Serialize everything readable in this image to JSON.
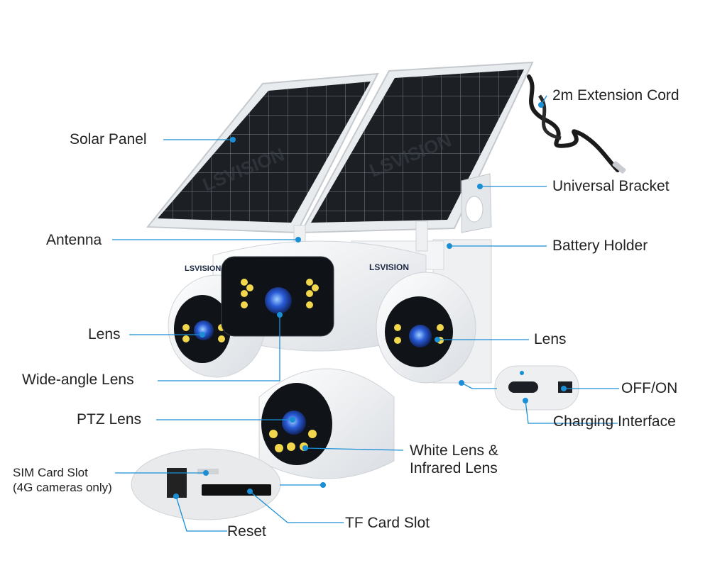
{
  "brand": {
    "logo_text": "LSVISION"
  },
  "labels": {
    "solar_panel": "Solar Panel",
    "extension_cord": "2m Extension Cord",
    "universal_bracket": "Universal Bracket",
    "antenna": "Antenna",
    "battery_holder": "Battery Holder",
    "lens_left": "Lens",
    "lens_right": "Lens",
    "wide_angle_lens": "Wide-angle Lens",
    "off_on": "OFF/ON",
    "charging_interface": "Charging Interface",
    "ptz_lens": "PTZ Lens",
    "white_ir_lens_line1": "White Lens &",
    "white_ir_lens_line2": "Infrared Lens",
    "sim_slot_line1": "SIM Card Slot",
    "sim_slot_line2": "(4G cameras only)",
    "reset": "Reset",
    "tf_slot": "TF Card Slot"
  },
  "colors": {
    "leader_line": "#1a8fd6",
    "dot": "#1a8fd6",
    "panel_cell": "#1c1f24",
    "panel_frame": "#e9ecef",
    "camera_body": "#f3f4f6",
    "lens_blue": "#2a5bd7",
    "led_yellow": "#f2d64b"
  }
}
